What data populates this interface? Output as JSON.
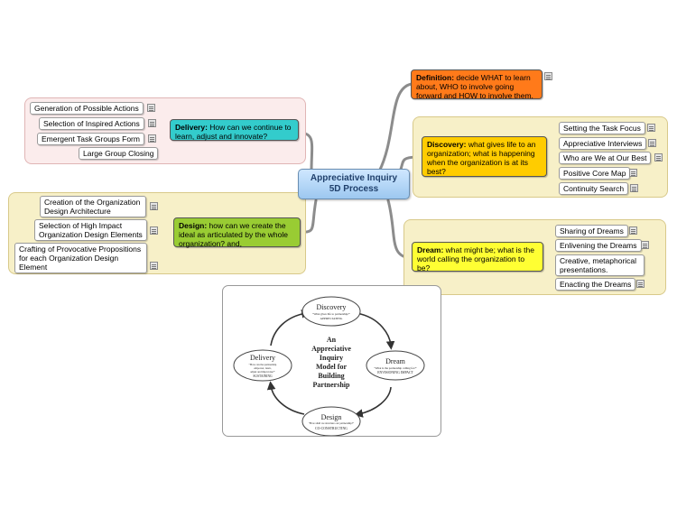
{
  "central": {
    "line1": "Appreciative Inquiry",
    "line2": "5D Process"
  },
  "definition": {
    "label": "Definition:",
    "text": " decide WHAT to learn about, WHO to involve going forward and HOW to involve them."
  },
  "discovery": {
    "label": "Discovery:",
    "text": " what gives life to an organization; what is happening when the organization is at its best?",
    "items": [
      "Setting the Task Focus",
      "Appreciative Interviews",
      "Who are We at Our Best",
      "Positive Core Map",
      "Continuity Search"
    ]
  },
  "dream": {
    "label": "Dream:",
    "text": " what might be; what is the world calling the organization to be?",
    "items": [
      "Sharing of Dreams",
      "Enlivening the Dreams",
      "Creative, metaphorical presentations.",
      "Enacting the Dreams"
    ]
  },
  "delivery": {
    "label": "Delivery:",
    "text": " How can we continue to learn, adjust and innovate?",
    "items": [
      "Generation of Possible Actions",
      "Selection of Inspired Actions",
      "Emergent Task Groups Form",
      "Large Group Closing"
    ]
  },
  "design": {
    "label": "Design:",
    "text": " how can we create the ideal as articulated by the whole organization? and,",
    "items": [
      "Creation of the Organization Design Architecture",
      "Selection of High Impact Organization Design Elements",
      "Crafting of Provocative Propositions for each Organization Design Element"
    ]
  },
  "model_image": {
    "center": [
      "An",
      "Appreciative",
      "Inquiry",
      "Model for",
      "Building",
      "Partnership"
    ],
    "discovery": {
      "title": "Discovery",
      "question": "\"What gives life to partnership?\"",
      "verb": "APPRECIATING"
    },
    "dream": {
      "title": "Dream",
      "question": "\"What is the partnership calling for?\"",
      "verb": "ENVISIONING IMPACT"
    },
    "design": {
      "title": "Design",
      "question": "\"How shall we structure our partnership?\"",
      "verb": "CO-CONSTRUCTING"
    },
    "delivery": {
      "title": "Delivery",
      "question1": "\"How can the partnership",
      "question2": "empower, learn,",
      "question3": "adjust and improvise?\"",
      "verb": "SUSTAINING"
    }
  },
  "colors": {
    "definition": "#ff7a1a",
    "discovery": "#ffcc00",
    "dream": "#ffff33",
    "delivery": "#33cccc",
    "design": "#99cc33",
    "central": "#aad4f5",
    "connector": "#888888"
  }
}
